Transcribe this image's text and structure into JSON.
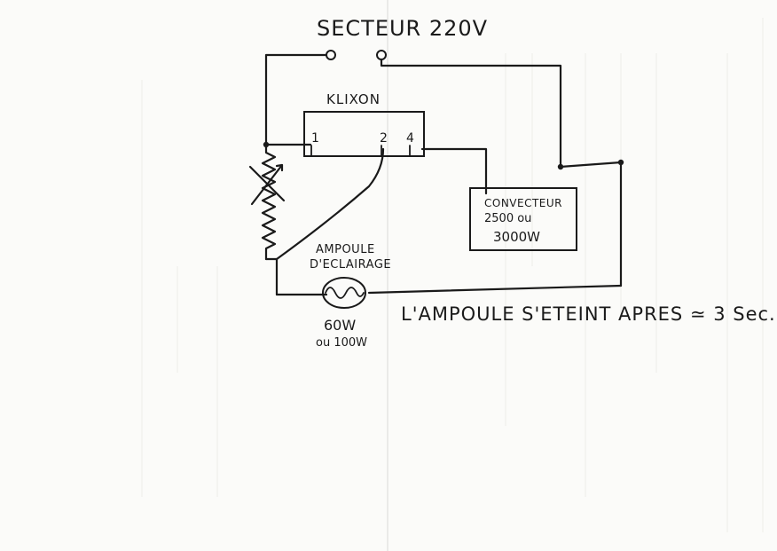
{
  "supply": {
    "title": "SECTEUR 220V"
  },
  "klixon": {
    "title": "KLIXON",
    "terminals": [
      "1",
      "2",
      "4"
    ]
  },
  "convector": {
    "line1": "CONVECTEUR",
    "line2": "2500 ou",
    "line3": "3000W"
  },
  "lamp": {
    "title1": "AMPOULE",
    "title2": "D'ECLAIRAGE",
    "power1": "60W",
    "power2": "ou 100W"
  },
  "note": "L'AMPOULE S'ETEINT APRES ≃ 3 Sec.",
  "colors": {
    "ink": "#1a1a1a",
    "paper": "#fbfbf9"
  }
}
